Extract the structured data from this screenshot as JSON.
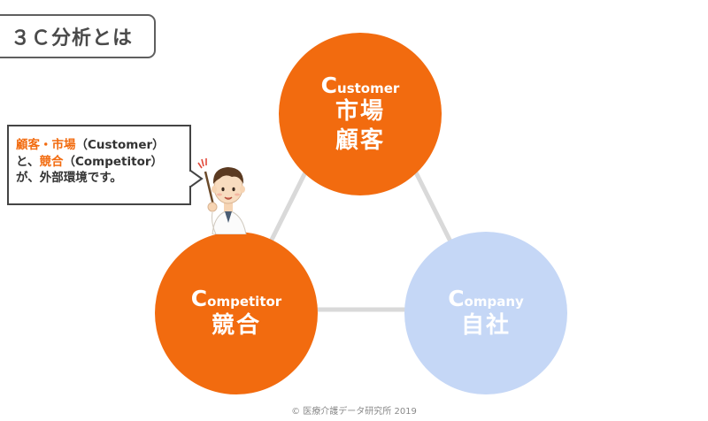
{
  "title": "３Ｃ分析とは",
  "nodes": {
    "customer": {
      "en_initial": "C",
      "en_rest": "ustomer",
      "jp_line1": "市場",
      "jp_line2": "顧客",
      "color": "#f26b0f"
    },
    "competitor": {
      "en_initial": "C",
      "en_rest": "ompetitor",
      "jp_line1": "競合",
      "color": "#f26b0f"
    },
    "company": {
      "en_initial": "C",
      "en_rest": "ompany",
      "jp_line1": "自社",
      "color": "#c5d7f6"
    }
  },
  "speech_bubble": {
    "line1_highlight": "顧客・市場",
    "line1_rest": "（Customer）",
    "line2_prefix": "と、",
    "line2_highlight": "競合",
    "line2_rest": "（Competitor）",
    "line3": "が、外部環境です。"
  },
  "footer": "© 医療介護データ研究所 2019",
  "icons": {
    "teacher": "teacher-with-pointer-icon"
  }
}
